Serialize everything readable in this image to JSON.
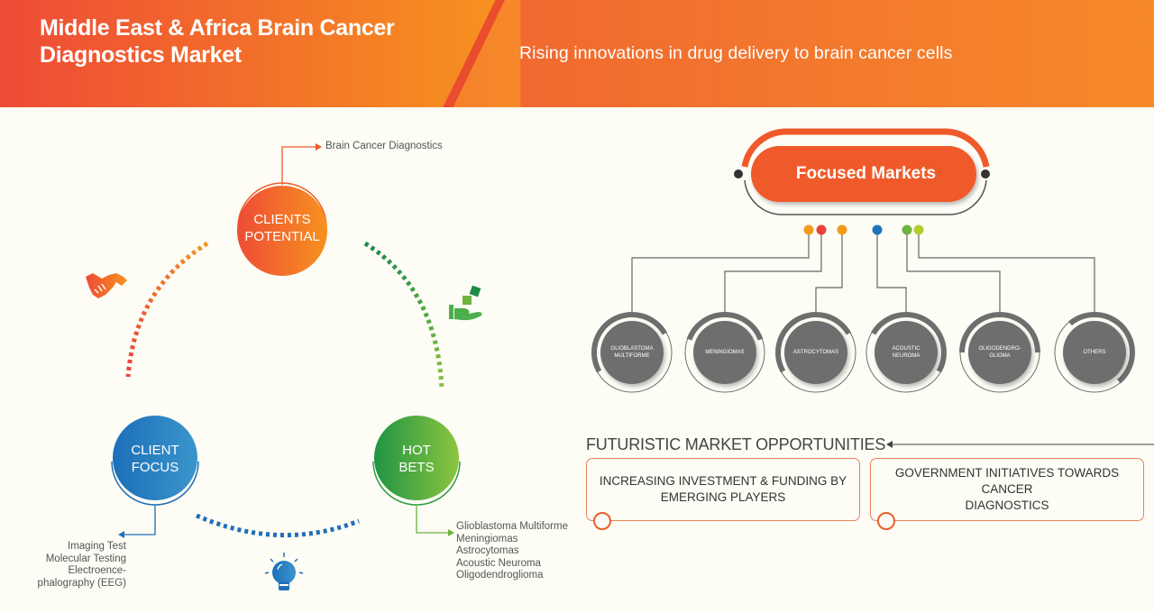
{
  "header": {
    "title_line1": "Middle East & Africa Brain Cancer",
    "title_line2": "Diagnostics Market",
    "subtitle": "Rising innovations in drug delivery to brain cancer cells"
  },
  "colors": {
    "orange": "#f05a2b",
    "orange_light": "#f7921f",
    "blue": "#1f6fb8",
    "green": "#2f9e44",
    "green_light": "#8cc63f",
    "grey": "#6e6e6e",
    "background": "#fdfcf5"
  },
  "cycle": {
    "clients_potential": {
      "label_line1": "CLIENTS",
      "label_line2": "POTENTIAL",
      "note": "Brain Cancer Diagnostics"
    },
    "client_focus": {
      "label_line1": "CLIENT",
      "label_line2": "FOCUS",
      "notes": [
        "Imaging Test",
        "Molecular Testing",
        "Electroence-",
        "phalography (EEG)"
      ]
    },
    "hot_bets": {
      "label_line1": "HOT",
      "label_line2": "BETS",
      "notes": [
        "Glioblastoma Multiforme",
        "Meningiomas",
        "Astrocytomas",
        "Acoustic Neuroma",
        "Oligodendroglioma"
      ]
    },
    "icons": [
      "handshake-icon",
      "dice-hand-icon",
      "lightbulb-icon"
    ]
  },
  "focused_markets": {
    "title": "Focused Markets",
    "segments": [
      {
        "line1": "GLIOBLASTOMA",
        "line2": "MULTIFORME",
        "dot": "#f39a1e"
      },
      {
        "line1": "MENINGIOMAS",
        "line2": "",
        "dot": "#e8433a"
      },
      {
        "line1": "ASTROCYTOMAS",
        "line2": "",
        "dot": "#f39a1e"
      },
      {
        "line1": "ACOUSTIC",
        "line2": "NEUROMA",
        "dot": "#1b75bc"
      },
      {
        "line1": "OLIGODENDRO-",
        "line2": "GLIOMA",
        "dot": "#6cb33f"
      },
      {
        "line1": "OTHERS",
        "line2": "",
        "dot": "#b5cc2e"
      }
    ]
  },
  "opportunities": {
    "title": "FUTURISTIC MARKET OPPORTUNITIES",
    "items": [
      {
        "line1": "INCREASING INVESTMENT & FUNDING BY",
        "line2": "EMERGING PLAYERS"
      },
      {
        "line1": "GOVERNMENT INITIATIVES TOWARDS CANCER",
        "line2": "DIAGNOSTICS"
      }
    ]
  }
}
